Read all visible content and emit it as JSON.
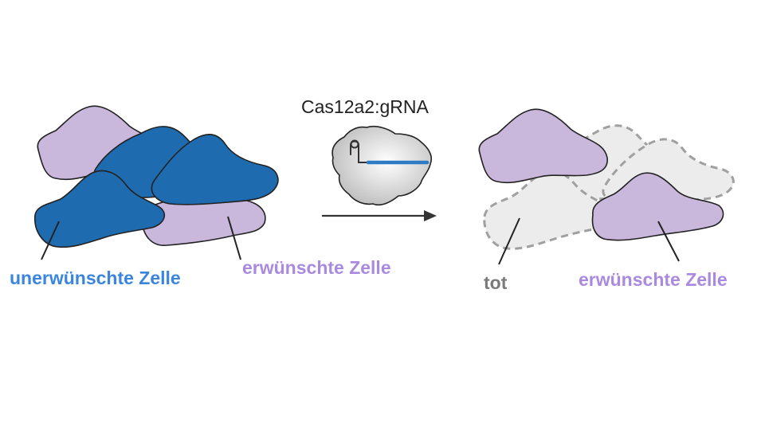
{
  "complex_label": "Cas12a2:gRNA",
  "left_panel": {
    "unwanted_label": "unerwünschte Zelle",
    "wanted_label": "erwünschte Zelle"
  },
  "right_panel": {
    "dead_label": "tot",
    "wanted_label": "erwünschte Zelle"
  },
  "colors": {
    "unwanted_cell": "#1f6bb0",
    "wanted_cell": "#c9b7dc",
    "unwanted_text": "#3a86de",
    "wanted_text": "#a98ae0",
    "dead_text": "#7a7a7a",
    "dead_cell_fill": "#ececec",
    "dead_cell_stroke": "#a0a0a0",
    "guide_rna": "#2c7bc4"
  }
}
